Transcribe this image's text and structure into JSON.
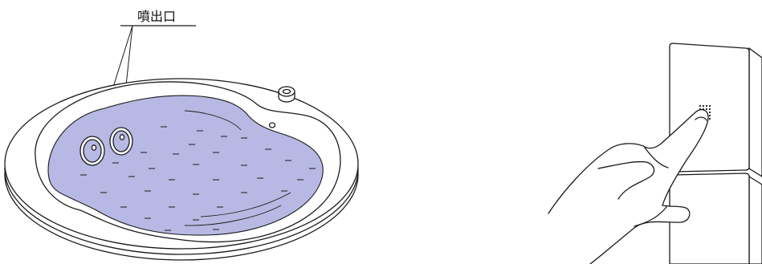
{
  "callout": {
    "label": "噴出口"
  },
  "colors": {
    "water": "#b7b9e4",
    "line": "#1a1a1a",
    "background": "#ffffff"
  },
  "illustrations": [
    {
      "name": "bathtub-with-jets"
    },
    {
      "name": "hand-pressing-wall-button-panel"
    }
  ]
}
